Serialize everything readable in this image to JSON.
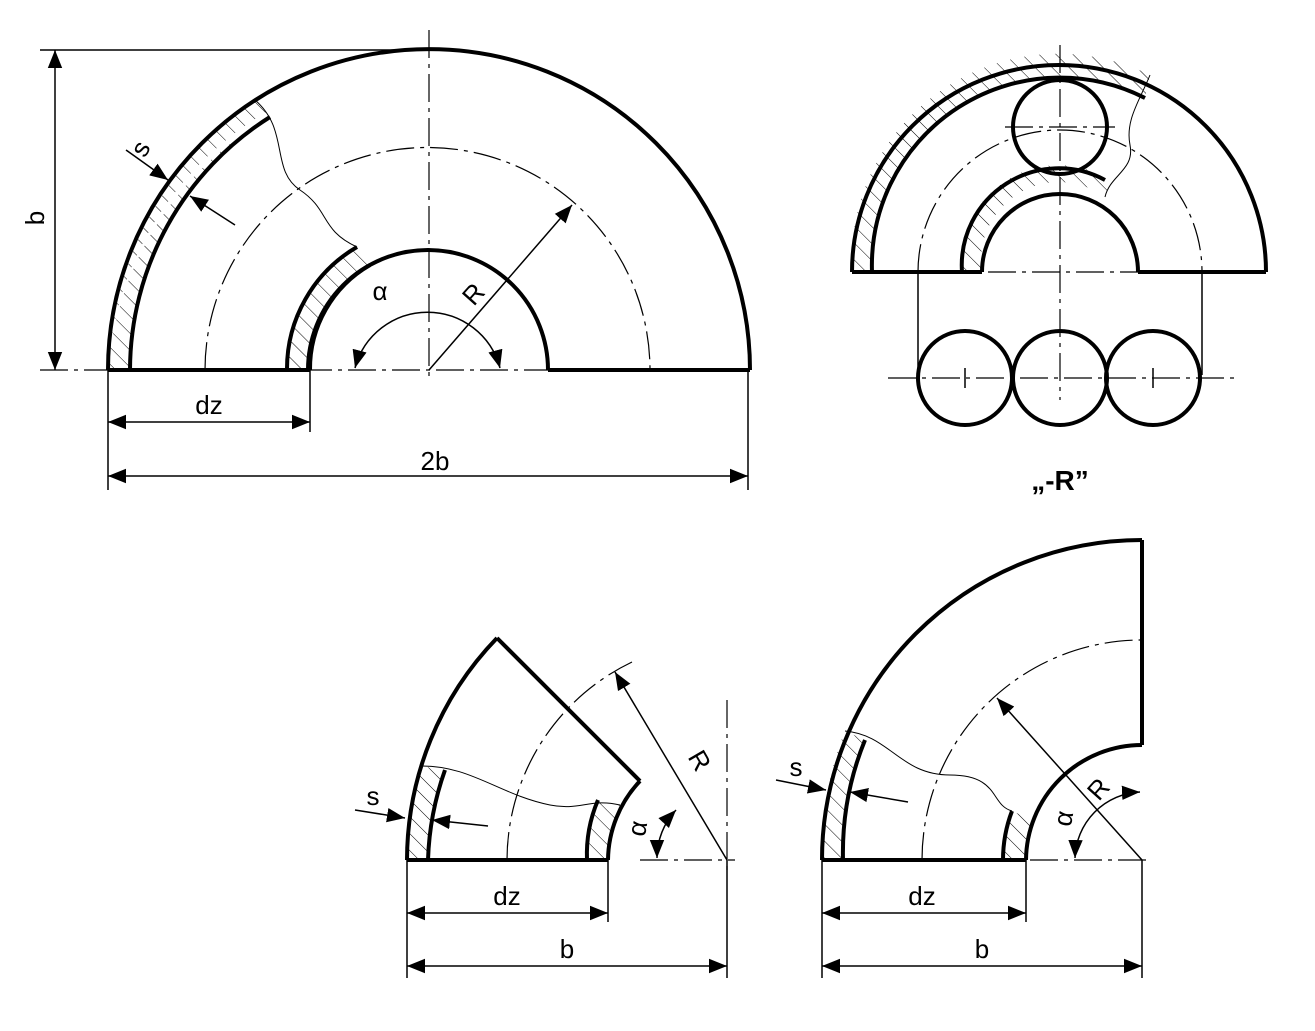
{
  "labels": {
    "b": "b",
    "two_b": "2b",
    "dz": "dz",
    "s": "s",
    "alpha": "α",
    "R": "R",
    "figure_r_caption": "„-R”"
  },
  "colors": {
    "line": "#000000",
    "background": "#ffffff"
  }
}
